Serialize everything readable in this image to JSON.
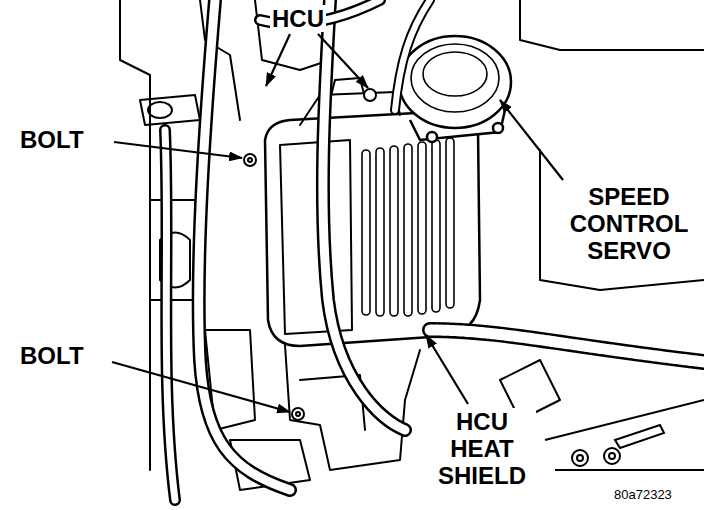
{
  "diagram": {
    "labels": [
      "HCU",
      "BOLT",
      "SPEED CONTROL SERVO",
      "BOLT",
      "HCU HEAT SHIELD",
      "80a72323"
    ]
  }
}
